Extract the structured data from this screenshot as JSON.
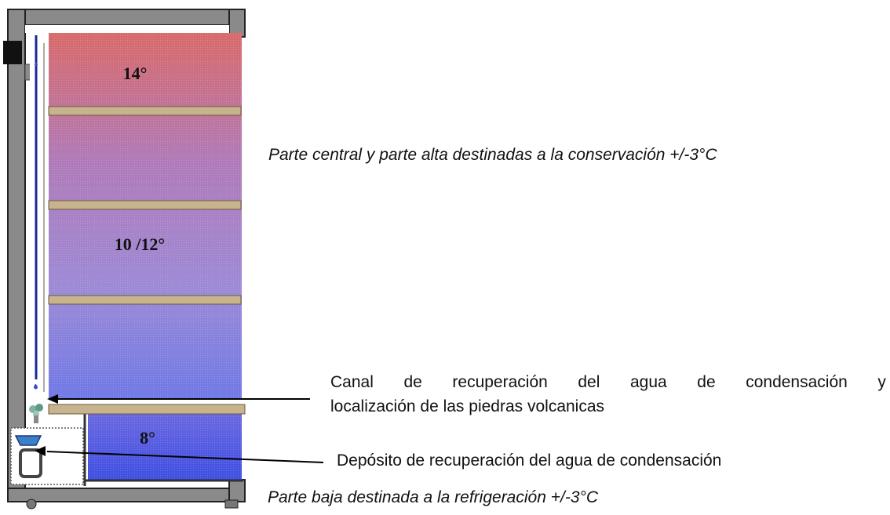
{
  "diagram": {
    "zones": {
      "top": "14°",
      "middle": "10 /12°",
      "bottom": "8°"
    },
    "captions": {
      "conservation": "Parte central y parte alta destinadas a la conservación +/-3°C",
      "canal_line1": "Canal de recuperación del agua de condensación y",
      "canal_line2": "localización de las piedras volcanicas",
      "deposit": "Depósito de recuperación del agua de condensación",
      "refrigeration": "Parte baja destinada a la refrigeración +/-3°C"
    },
    "colors": {
      "top_gradient": "#d86a6a",
      "middle_gradient": "#9c8ad6",
      "bottom_gradient": "#4a5ae4",
      "shelf": "#c7b48f",
      "cabinet_wall": "#8a8a8a",
      "water_channel": "#1a2a9a"
    }
  }
}
